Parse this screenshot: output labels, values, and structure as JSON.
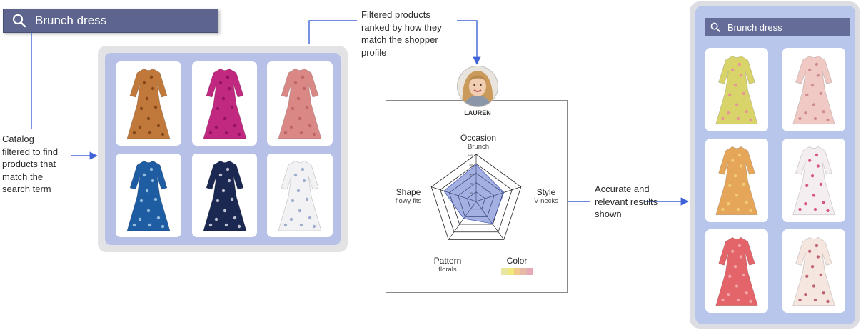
{
  "search_left": {
    "query": "Brunch dress"
  },
  "catalog_label": {
    "lines": [
      "Catalog",
      "filtered to find",
      "products that",
      "match the",
      "search term"
    ]
  },
  "ranking_label": {
    "lines": [
      "Filtered products",
      "ranked by how they",
      "match the shopper",
      "profile"
    ]
  },
  "shopper": {
    "name": "LAUREN"
  },
  "radar": {
    "axes": [
      {
        "title": "Occasion",
        "value": "Brunch"
      },
      {
        "title": "Style",
        "value": "V-necks"
      },
      {
        "title": "Color",
        "value": ""
      },
      {
        "title": "Pattern",
        "value": "florals"
      },
      {
        "title": "Shape",
        "value": "flowy fits"
      }
    ],
    "scores": [
      0.78,
      0.62,
      0.58,
      0.45,
      0.72
    ],
    "ticks": [
      "100",
      "80",
      "60",
      "40",
      "20"
    ],
    "swatches": [
      "#e8e6a0",
      "#efe97c",
      "#f2c98a",
      "#e5b8a8",
      "#e7a9b8"
    ],
    "fill_color": "#5a6fc8"
  },
  "results_label": {
    "lines": [
      "Accurate and",
      "relevant results",
      "shown"
    ]
  },
  "search_right": {
    "query": "Brunch dress"
  },
  "colors": {
    "accent_line": "#3f63d6",
    "catalog_bg": "#b7c1e8",
    "phone_bg": "#b9c6ec"
  },
  "catalog_products": [
    {
      "name": "orange polka-dot long sleeve dress",
      "color": "#c0793a",
      "accent": "#7a3f14"
    },
    {
      "name": "magenta wrap v-neck dress",
      "color": "#c0297f",
      "accent": "#8b1157"
    },
    {
      "name": "pink short sleeve swing dress",
      "color": "#d98886",
      "accent": "#b9605f"
    },
    {
      "name": "blue floral maxi dress",
      "color": "#1f5da3",
      "accent": "#a9cdea"
    },
    {
      "name": "navy polka-dot long dress",
      "color": "#1b2952",
      "accent": "#d9dce8"
    },
    {
      "name": "white floral maxi dress",
      "color": "#f2f2f4",
      "accent": "#8fa3c8"
    }
  ],
  "result_products": [
    {
      "name": "yellow floral tiered mini dress",
      "color": "#d9d46a",
      "accent": "#e98aa0"
    },
    {
      "name": "pink ditsy floral mini dress",
      "color": "#f0c9c4",
      "accent": "#c9838a"
    },
    {
      "name": "orange floral halter dress",
      "color": "#e6a65a",
      "accent": "#f1d47a"
    },
    {
      "name": "abstract print midi dress",
      "color": "#f4eef0",
      "accent": "#d33c6b"
    },
    {
      "name": "coral floral mini dress",
      "color": "#e3656a",
      "accent": "#f4b0b0"
    },
    {
      "name": "white rose print mini dress",
      "color": "#f5e6e0",
      "accent": "#b44a5e"
    }
  ]
}
